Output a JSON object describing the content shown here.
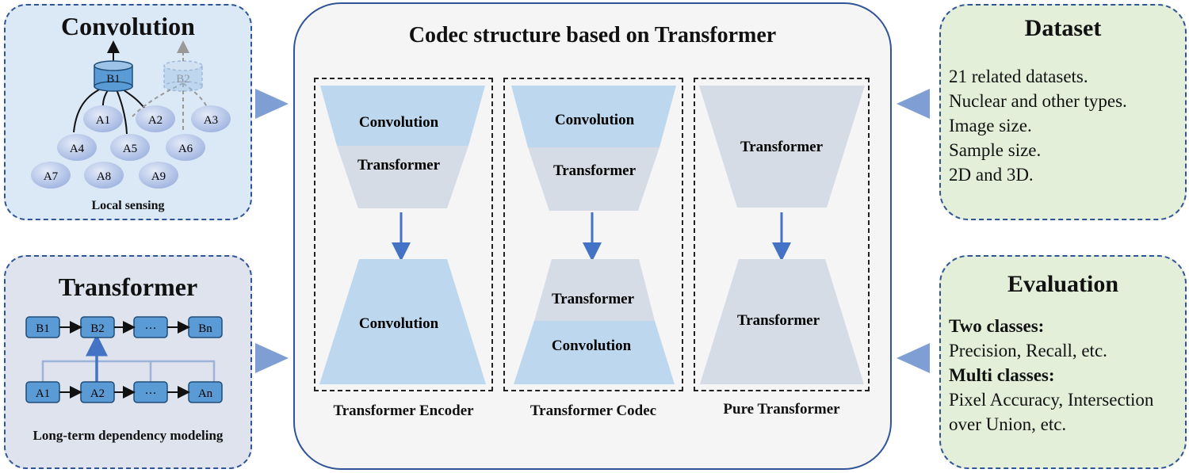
{
  "convolution": {
    "title": "Convolution",
    "caption": "Local sensing",
    "nodes": {
      "b1": "B1",
      "b2": "B2",
      "a1": "A1",
      "a2": "A2",
      "a3": "A3",
      "a4": "A4",
      "a5": "A5",
      "a6": "A6",
      "a7": "A7",
      "a8": "A8",
      "a9": "A9"
    }
  },
  "transformer": {
    "title": "Transformer",
    "caption": "Long-term dependency modeling",
    "top_row": [
      "B1",
      "B2",
      "···",
      "Bn"
    ],
    "bottom_row": [
      "A1",
      "A2",
      "···",
      "An"
    ]
  },
  "center": {
    "title": "Codec structure based on Transformer",
    "columns": [
      {
        "label": "Transformer Encoder",
        "top": [
          "Convolution",
          "Transformer"
        ],
        "bottom": [
          "Convolution"
        ]
      },
      {
        "label": "Transformer Codec",
        "top": [
          "Convolution",
          "Transformer"
        ],
        "bottom": [
          "Transformer",
          "Convolution"
        ]
      },
      {
        "label": "Pure Transformer",
        "top": [
          "Transformer"
        ],
        "bottom": [
          "Transformer"
        ]
      }
    ]
  },
  "dataset": {
    "title": "Dataset",
    "lines": [
      "21 related datasets.",
      "Nuclear and other types.",
      "Image size.",
      "Sample size.",
      "2D and 3D."
    ]
  },
  "evaluation": {
    "title": "Evaluation",
    "two_classes_heading": "Two classes:",
    "two_classes_text": "Precision, Recall, etc.",
    "multi_classes_heading": "Multi classes:",
    "multi_classes_line1": "Pixel Accuracy, Intersection",
    "multi_classes_line2": "over Union, etc."
  },
  "colors": {
    "border": "#2f5597",
    "arrow": "#4472c4",
    "conv_fill": "#bdd7ee",
    "trans_fill": "#d6dce5",
    "node_fill": "#b4c7e7",
    "pointer": "#7f9fd4"
  }
}
